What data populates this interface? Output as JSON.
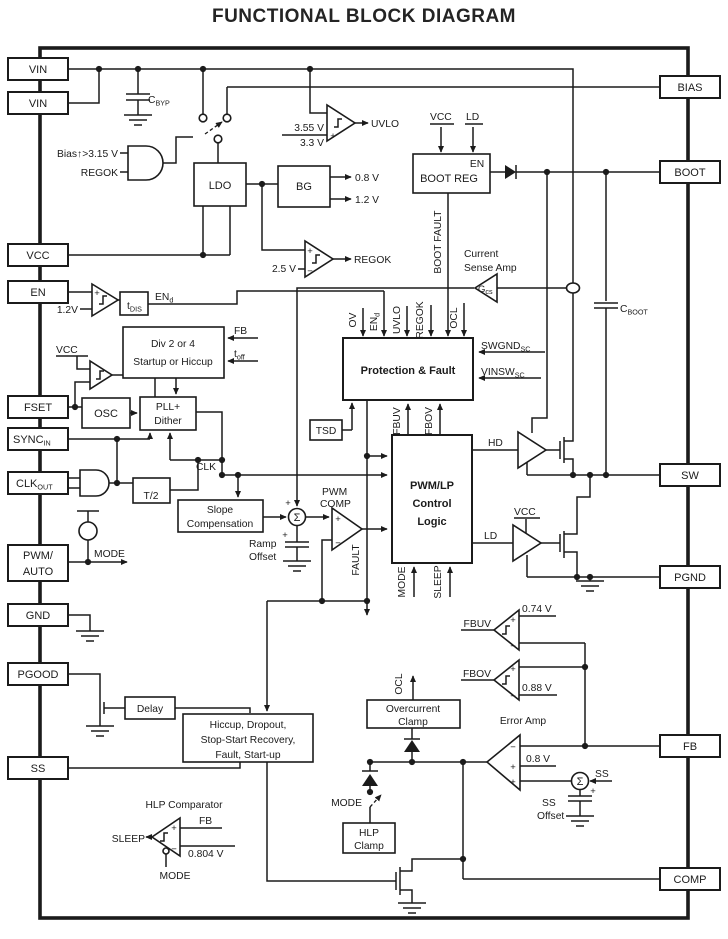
{
  "title": "FUNCTIONAL BLOCK DIAGRAM",
  "pins": {
    "vin": "VIN",
    "vcc": "VCC",
    "en": "EN",
    "fset": "FSET",
    "sync": "SYNC",
    "sync_sub": "IN",
    "clkout": "CLK",
    "clkout_sub": "OUT",
    "pwm_auto_1": "PWM/",
    "pwm_auto_2": "AUTO",
    "gnd": "GND",
    "pgood": "PGOOD",
    "ss": "SS",
    "bias": "BIAS",
    "boot": "BOOT",
    "sw": "SW",
    "pgnd": "PGND",
    "fb": "FB",
    "comp": "COMP"
  },
  "blocks": {
    "ldo": "LDO",
    "bg": "BG",
    "boot_reg": "BOOT REG",
    "boot_reg_en": "EN",
    "div_1": "Div 2 or 4",
    "div_2": "Startup or Hiccup",
    "osc": "OSC",
    "pll_1": "PLL+",
    "pll_2": "Dither",
    "t_half": "T/2",
    "slope_1": "Slope",
    "slope_2": "Compensation",
    "tsd": "TSD",
    "protection": "Protection & Fault",
    "pwm_lp_1": "PWM/LP",
    "pwm_lp_2": "Control",
    "pwm_lp_3": "Logic",
    "oc_clamp_1": "Overcurrent",
    "oc_clamp_2": "Clamp",
    "hiccup_1": "Hiccup, Dropout,",
    "hiccup_2": "Stop-Start Recovery,",
    "hiccup_3": "Fault, Start-up",
    "delay": "Delay",
    "hlp_clamp_1": "HLP",
    "hlp_clamp_2": "Clamp",
    "t_dis": "t",
    "t_dis_sub": "DIS"
  },
  "signals": {
    "vcc": "VCC",
    "ld": "LD",
    "hd": "HD",
    "uvlo": "UVLO",
    "regok": "REGOK",
    "ov": "OV",
    "ocl": "OCL",
    "boot_fault": "BOOT FAULT",
    "en_d": "EN",
    "en_d_sub": "d",
    "fb": "FB",
    "t_off": "t",
    "t_off_sub": "off",
    "clk": "CLK",
    "mode": "MODE",
    "sleep": "SLEEP",
    "fault": "FAULT",
    "fbuv": "FBUV",
    "fbov": "FBOV",
    "swgnd": "SWGND",
    "vinsw": "VINSW",
    "sc_sub": "SC",
    "ss": "SS",
    "pwm_comp_1": "PWM",
    "pwm_comp_2": "COMP"
  },
  "values": {
    "uvlo_rise": "3.55 V",
    "uvlo_fall": "3.3 V",
    "bg_ref1": "0.8 V",
    "bg_ref2": "1.2 V",
    "regok_th": "2.5 V",
    "en_th": "1.2V",
    "fbuv_th": "0.74 V",
    "fbov_th": "0.88 V",
    "ea_ref": "0.8 V",
    "hlp_th": "0.804 V",
    "bias_en": "Bias↑>3.15 V"
  },
  "labels": {
    "c_byp": "C",
    "c_byp_sub": "BYP",
    "c_boot": "C",
    "c_boot_sub": "BOOT",
    "current_sense_1": "Current",
    "current_sense_2": "Sense Amp",
    "error_amp": "Error Amp",
    "gcs": "G",
    "gcs_sub": "cs",
    "hlp_comparator": "HLP Comparator",
    "ramp_1": "Ramp",
    "ramp_2": "Offset",
    "ss_offset_1": "SS",
    "ss_offset_2": "Offset"
  },
  "symbols": {
    "sigma": "Σ",
    "plus": "+",
    "minus": "−"
  }
}
